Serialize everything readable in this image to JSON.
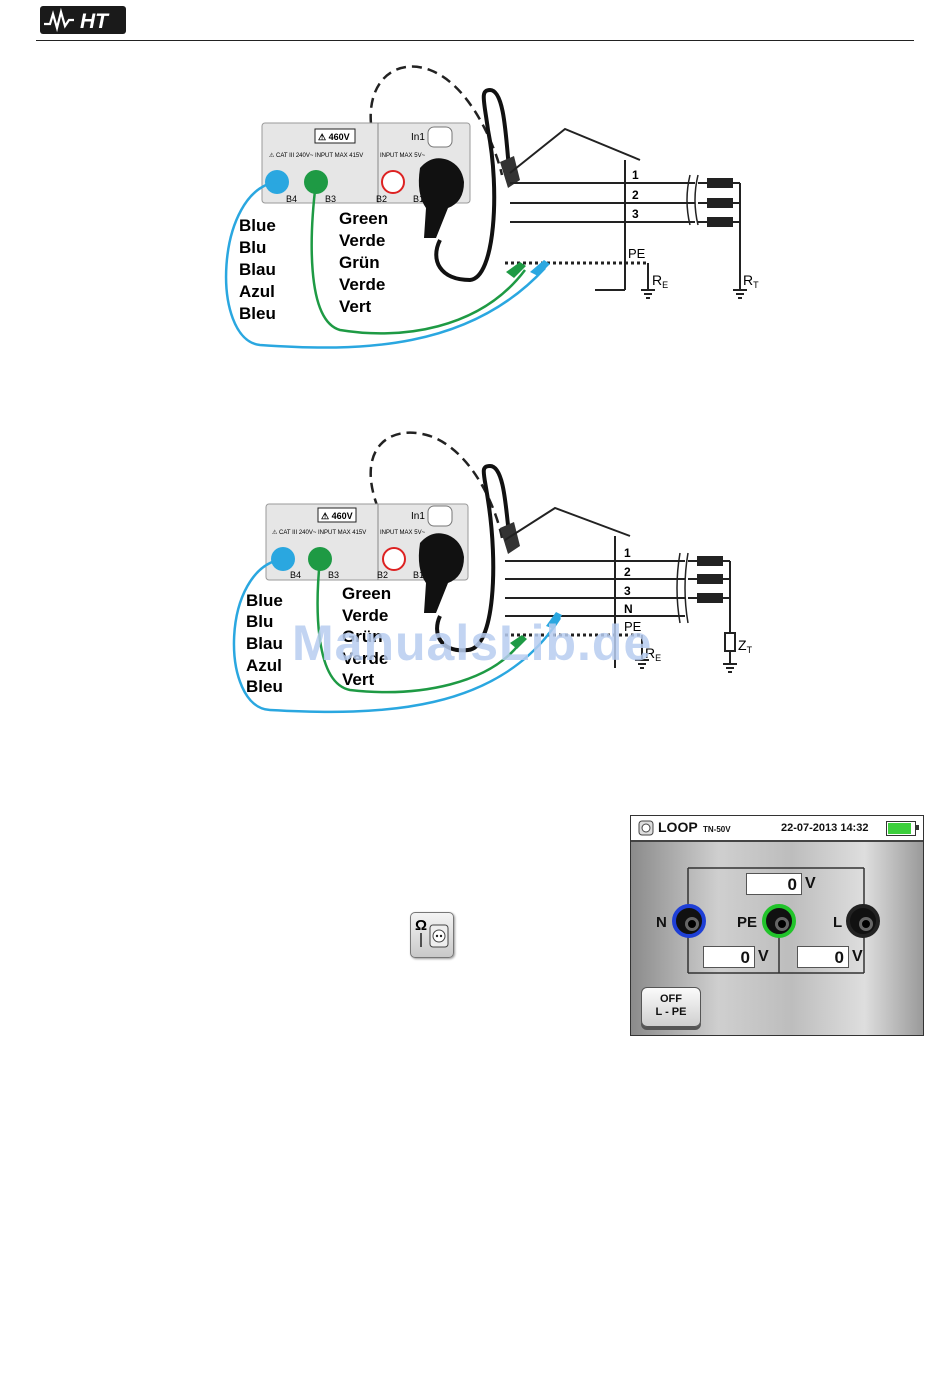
{
  "header": {
    "logo_text": "HT"
  },
  "figure1": {
    "device": {
      "warning": "⚠ 460V",
      "in_label": "In1",
      "cat_label": "⚠ CAT III 240V~  INPUT MAX 415V",
      "input_label": "INPUT MAX 5V~",
      "terminals": [
        "B4",
        "B3",
        "B2",
        "B1"
      ]
    },
    "blue_words": [
      "Blue",
      "Blu",
      "Blau",
      "Azul",
      "Bleu"
    ],
    "green_words": [
      "Green",
      "Verde",
      "Grün",
      "Verde",
      "Vert"
    ],
    "lines": [
      "1",
      "2",
      "3"
    ],
    "pe_label": "PE",
    "re_label": "R",
    "re_sub": "E",
    "rt_label": "R",
    "rt_sub": "T"
  },
  "figure2": {
    "device": {
      "warning": "⚠ 460V",
      "in_label": "In1",
      "cat_label": "⚠ CAT III 240V~  INPUT MAX 415V",
      "input_label": "INPUT MAX 5V~",
      "terminals": [
        "B4",
        "B3",
        "B2",
        "B1"
      ]
    },
    "blue_words": [
      "Blue",
      "Blu",
      "Blau",
      "Azul",
      "Bleu"
    ],
    "green_words": [
      "Green",
      "Verde",
      "Grün",
      "Verde",
      "Vert"
    ],
    "lines": [
      "1",
      "2",
      "3",
      "N"
    ],
    "pe_label": "PE",
    "re_label": "R",
    "re_sub": "E",
    "zt_label": "Z",
    "zt_sub": "T"
  },
  "watermark": "ManualsLib.de",
  "function_icon": "ohm-socket-icon",
  "screen": {
    "title": "LOOP",
    "mode": "TN-50V",
    "datetime": "22-07-2013 14:32",
    "battery_level": 0.9,
    "top_value": "0",
    "top_unit": "V",
    "left_value": "0",
    "left_unit": "V",
    "right_value": "0",
    "right_unit": "V",
    "terminals": [
      {
        "label": "N",
        "color": "#1e3fd6"
      },
      {
        "label": "PE",
        "color": "#21c42a"
      },
      {
        "label": "L",
        "color": "#222222"
      }
    ],
    "button_line1": "OFF",
    "button_line2": "L - PE"
  },
  "colors": {
    "blue_lead": "#2aa7e0",
    "green_lead": "#1e9a44",
    "accent": "#2aa7e0"
  }
}
